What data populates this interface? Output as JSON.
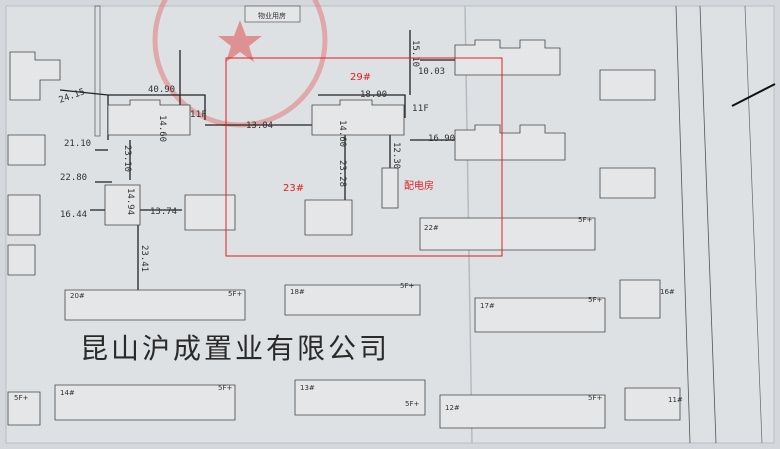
{
  "top_label": "物业用房",
  "company_name": "昆山沪成置业有限公司",
  "annotations": {
    "building_29": "29#",
    "building_23": "23#",
    "substation": "配电房"
  },
  "floor_labels": [
    "11F",
    "11F"
  ],
  "dimensions": {
    "d1": "40.90",
    "d2": "14.60",
    "d3": "13.04",
    "d4": "18.00",
    "d5": "14.60",
    "d6": "23.28",
    "d7": "12.30",
    "d8": "16.90",
    "d9": "15.10",
    "d10": "21.10",
    "d11": "23.10",
    "d12": "22.80",
    "d13": "16.44",
    "d14": "14.94",
    "d15": "13.74",
    "d16": "23.41",
    "d17": "24.15",
    "d18": "10.03"
  },
  "building_tags": {
    "b22": "22#",
    "b20": "20#",
    "b18": "18#",
    "b17": "17#",
    "b14": "14#",
    "b13": "13#",
    "b12": "12#",
    "b11": "11#",
    "b16": "16#"
  },
  "floor_tags": [
    "5F+",
    "5F+",
    "5F+",
    "5F+",
    "5F+",
    "5F+",
    "5F+",
    "5F+"
  ],
  "highlight_color": "#e02020"
}
